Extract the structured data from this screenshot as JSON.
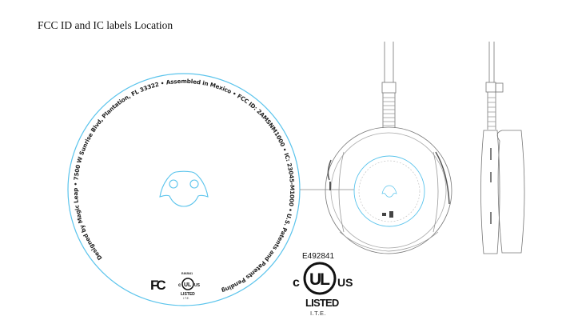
{
  "page": {
    "title": "FCC ID and IC  labels Location"
  },
  "label": {
    "ring_text": "Designed by Magic Leap  •  7500 W Sunrise Blvd, Plantation, FL 33322  •  Assembled in Mexico  •  FCC ID: 2AMSNM1000  •  IC: 23045-M1000  •  U.S. Patents and Patents Pending",
    "fcc_mark": "FC",
    "small_ul": {
      "file_no": "E492841",
      "c": "c",
      "ul": "UL",
      "us": "US",
      "listed": "LISTED",
      "ite": "I.T.E."
    }
  },
  "ul_mark": {
    "file_no": "E492841",
    "c": "c",
    "ul": "UL",
    "us": "US",
    "listed": "LISTED",
    "ite": "I.T.E."
  },
  "colors": {
    "label_outline": "#5bc4ec",
    "drawing_line": "#777777"
  }
}
